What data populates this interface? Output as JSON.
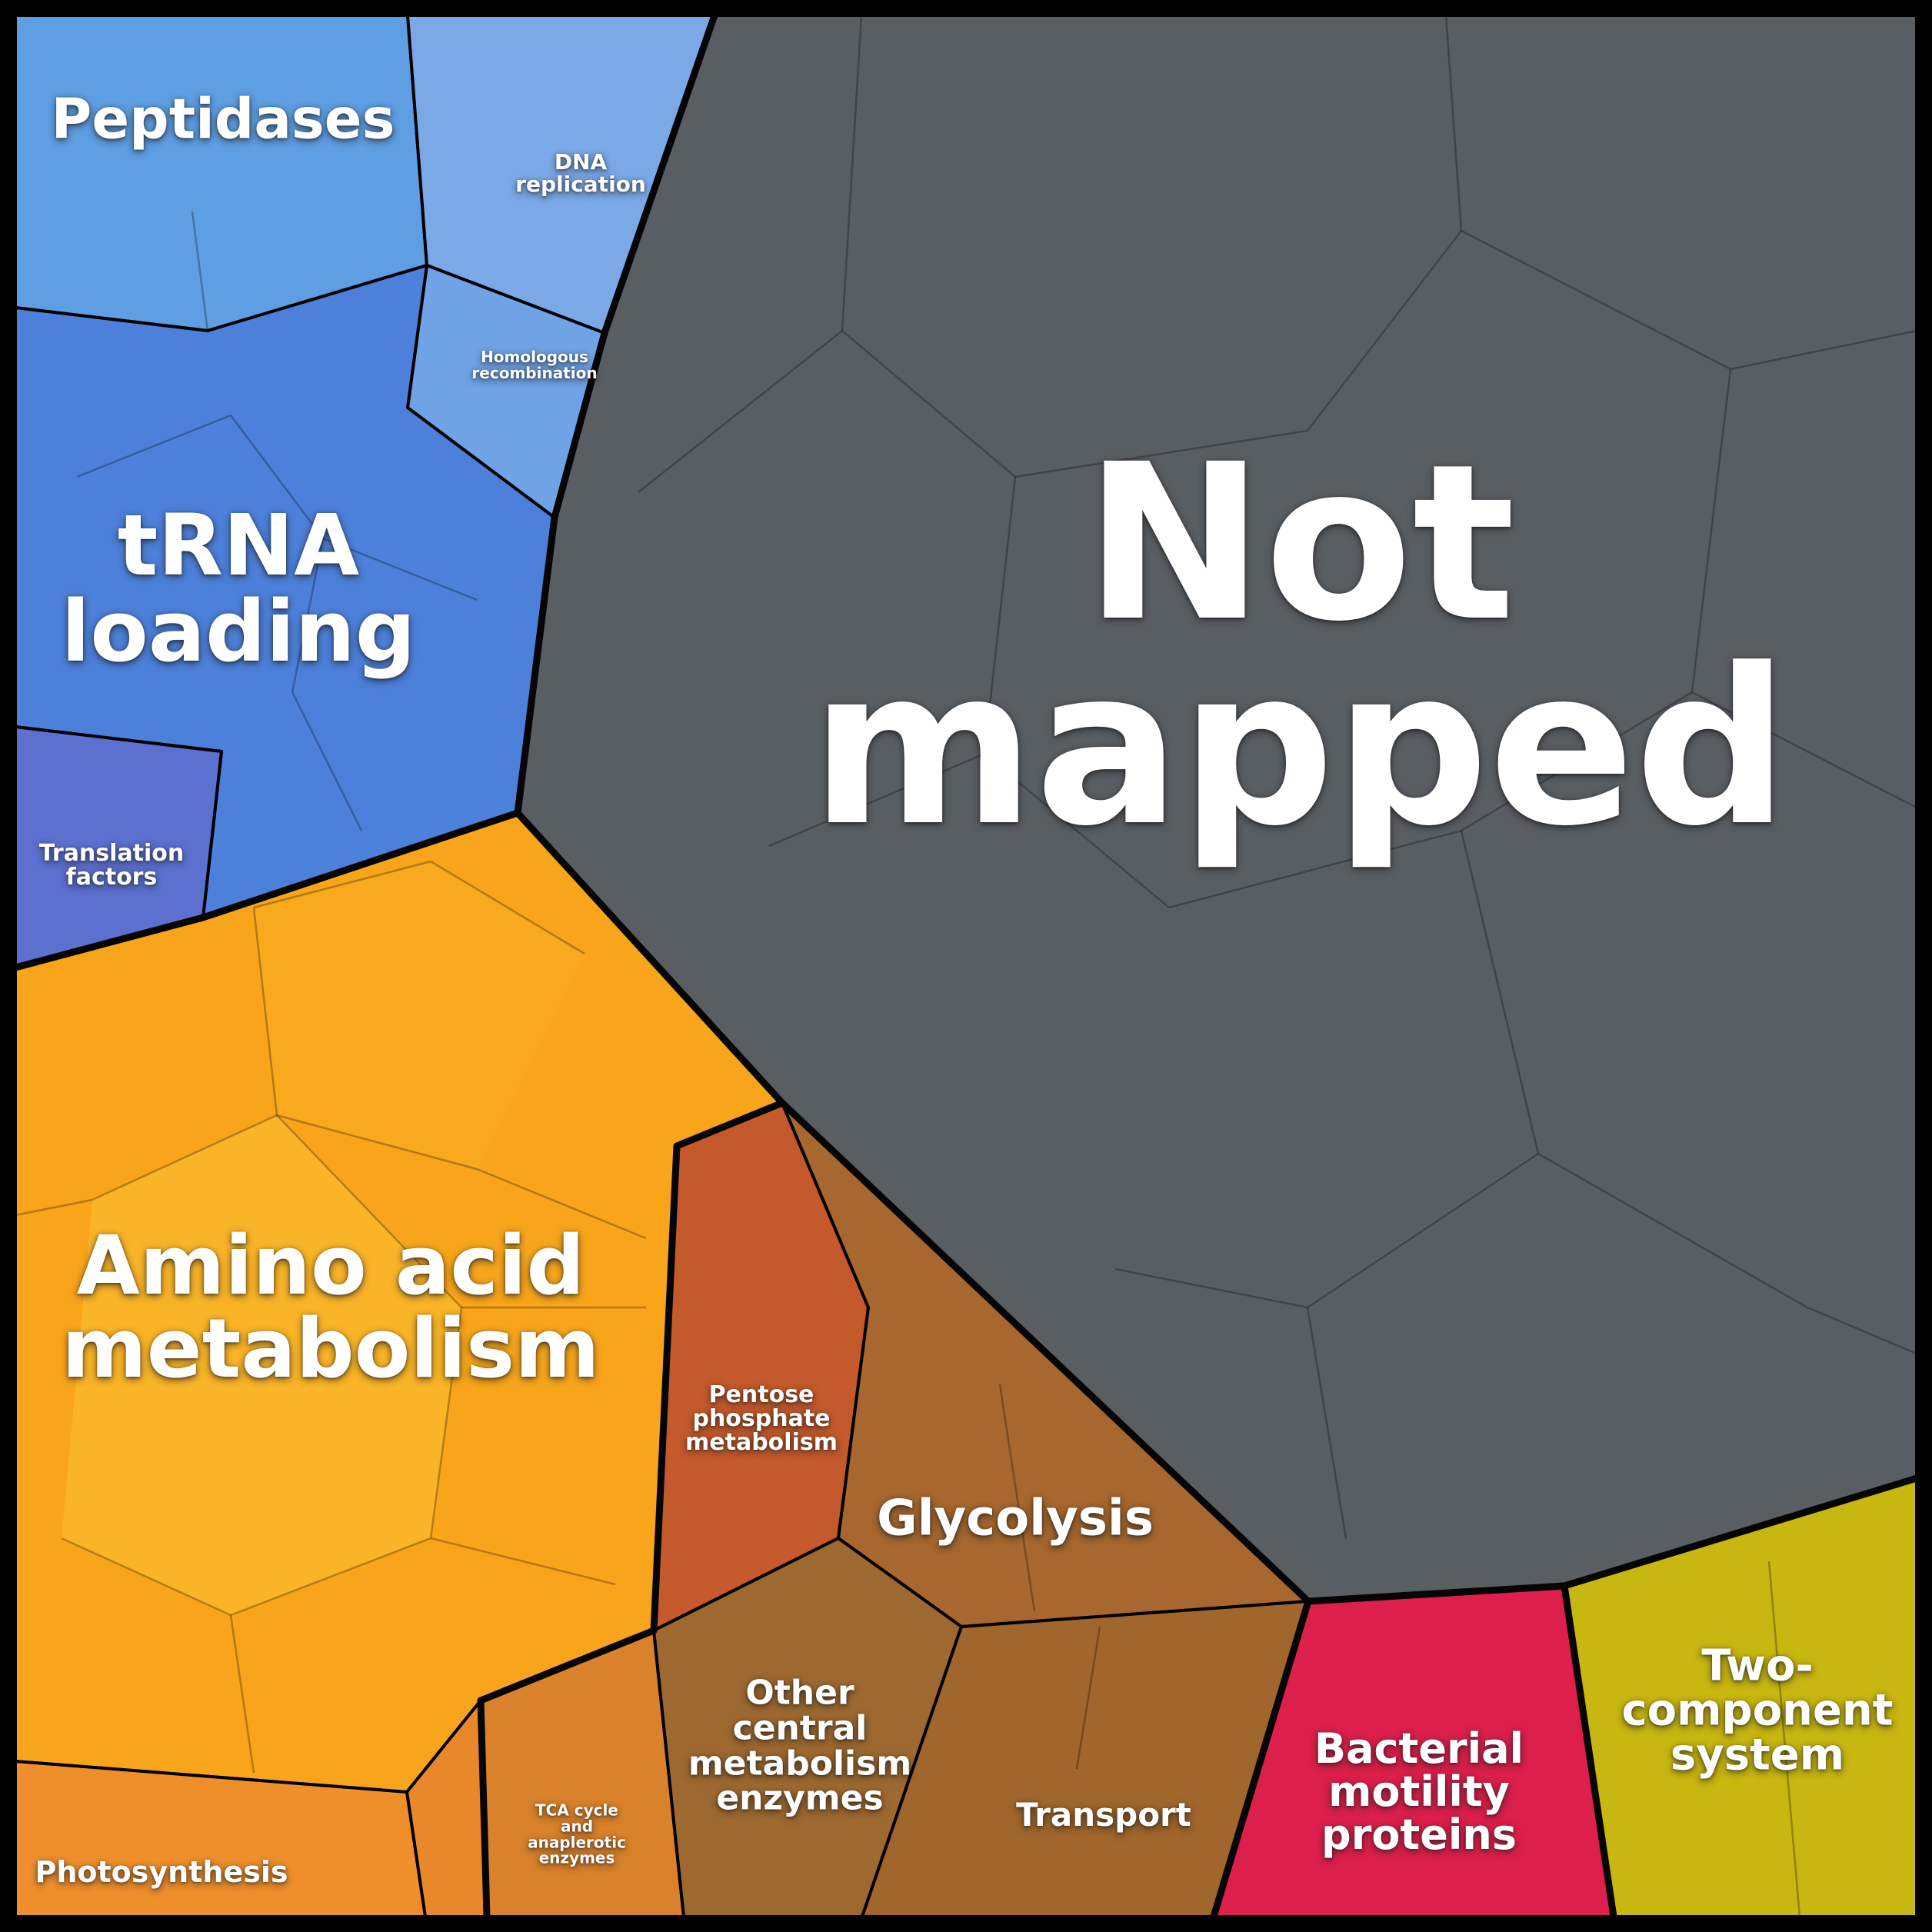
{
  "chart_data": {
    "type": "treemap",
    "subtype": "voronoi-treemap (proteomap-style functional categories)",
    "legend": "none",
    "frame_color": "#000000",
    "regions": {
      "not_mapped": {
        "label": "Not\nmapped",
        "color": "#595E63",
        "share_pct_est": 45.0
      },
      "peptidases": {
        "label": "Peptidases",
        "color": "#5E9EE3",
        "share_pct_est": 3.2
      },
      "dna_replication": {
        "label": "DNA\nreplication",
        "color": "#7BA9E8",
        "share_pct_est": 1.9
      },
      "homologous_recombination": {
        "label": "Homologous\nrecombination",
        "color": "#6FA3E6",
        "share_pct_est": 1.0
      },
      "trna_loading": {
        "label": "tRNA\nloading",
        "color": "#4C80DA",
        "share_pct_est": 7.5
      },
      "translation_factors": {
        "label": "Translation\nfactors",
        "color": "#5C70D0",
        "share_pct_est": 1.3
      },
      "amino_acid_metabolism": {
        "label": "Amino acid\nmetabolism",
        "color": "#F8A51B",
        "share_pct_est": 13.0
      },
      "photosynthesis": {
        "label": "Photosynthesis",
        "color": "#EF8F2C",
        "share_pct_est": 1.7
      },
      "unlabeled_orange_cell": {
        "label": "",
        "color": "#E8882B",
        "share_pct_est": 0.4
      },
      "tca_cycle": {
        "label": "TCA cycle\nand\nanaplerotic\nenzymes",
        "color": "#D9822B",
        "share_pct_est": 1.1
      },
      "pentose_phosphate": {
        "label": "Pentose\nphosphate\nmetabolism",
        "color": "#C45A2B",
        "share_pct_est": 2.4
      },
      "glycolysis": {
        "label": "Glycolysis",
        "color": "#A7672E",
        "share_pct_est": 4.3
      },
      "other_central": {
        "label": "Other\ncentral\nmetabolism\nenzymes",
        "color": "#9E6930",
        "share_pct_est": 2.6
      },
      "transport": {
        "label": "Transport",
        "color": "#A1662B",
        "share_pct_est": 3.0
      },
      "bacterial_motility": {
        "label": "Bacterial\nmotility\nproteins",
        "color": "#DC1F4B",
        "share_pct_est": 3.3
      },
      "two_component": {
        "label": "Two-\ncomponent\nsystem",
        "color": "#C8B611",
        "share_pct_est": 3.4
      }
    }
  }
}
